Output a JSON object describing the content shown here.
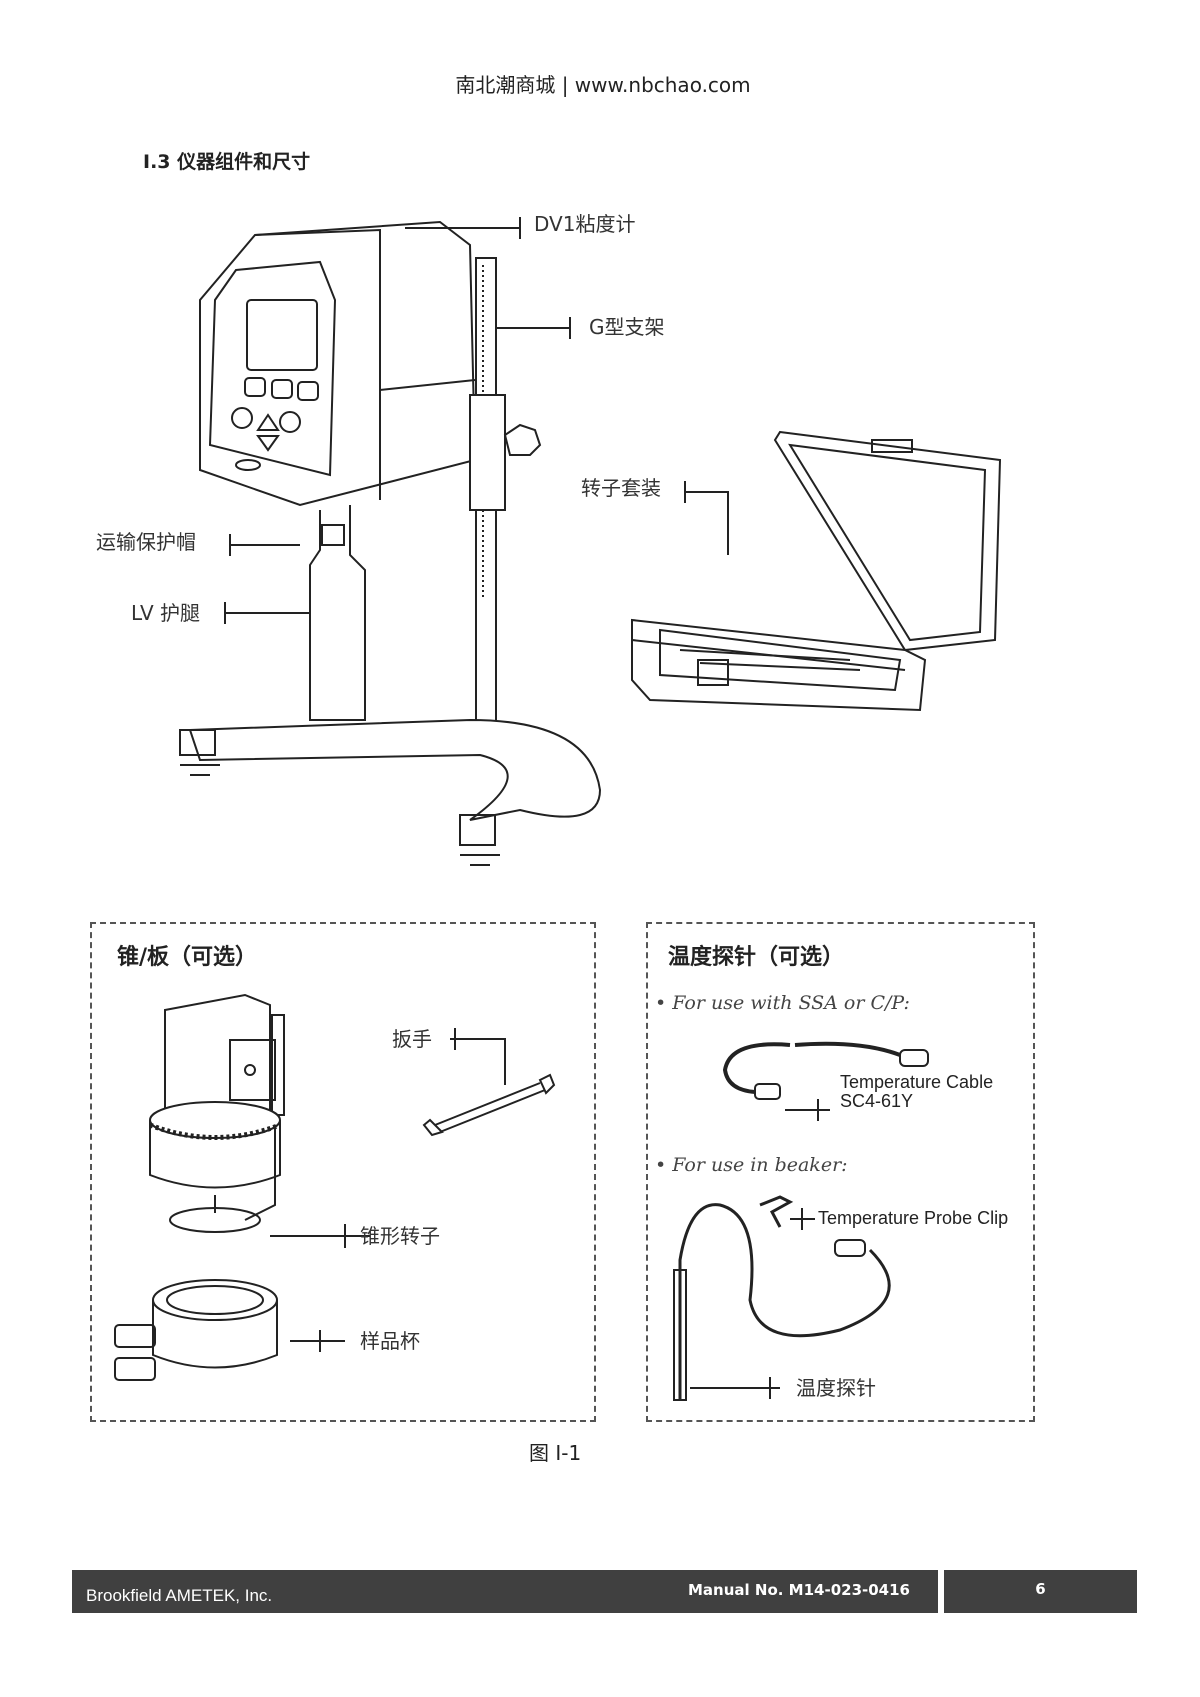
{
  "header": {
    "site": "南北潮商城 | www.nbchao.com"
  },
  "section": {
    "title": "I.3  仪器组件和尺寸"
  },
  "main_figure": {
    "labels": {
      "viscometer": "DV1粘度计",
      "stand": "G型支架",
      "spindle_set": "转子套装",
      "shipping_cap": "运输保护帽",
      "guard_leg": "LV 护腿"
    }
  },
  "cone_plate": {
    "title": "锥/板（可选）",
    "wrench": "扳手",
    "cone_spindle": "锥形转子",
    "sample_cup": "样品杯"
  },
  "temp_probe": {
    "title": "温度探针（可选）",
    "ssa_note": "• For use with SSA or C/P:",
    "cable_line1": "Temperature Cable",
    "cable_line2": "SC4-61Y",
    "beaker_note": "• For use in beaker:",
    "clip": "Temperature Probe Clip",
    "probe": "温度探针"
  },
  "caption": "图 I-1",
  "footer": {
    "company": "Brookfield AMETEK, Inc.",
    "manual": "Manual No. M14-023-0416",
    "page": "6"
  },
  "colors": {
    "footer_bg": "#404040"
  }
}
